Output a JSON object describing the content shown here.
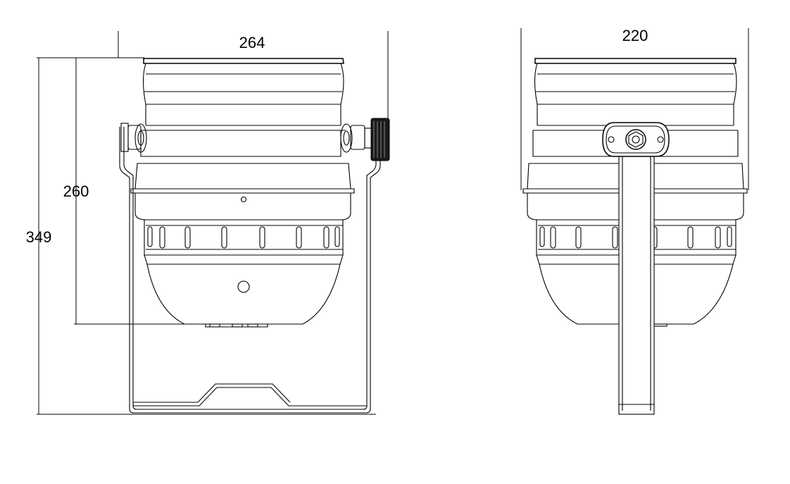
{
  "drawing": {
    "title": "",
    "units": ""
  },
  "views": {
    "front": {
      "dims": {
        "width": "264",
        "height_body": "260",
        "height_total": "349"
      }
    },
    "side": {
      "dims": {
        "width": "220"
      }
    }
  },
  "colors": {
    "line": "#000000",
    "background": "#ffffff",
    "knob": "#1a1a1a"
  }
}
